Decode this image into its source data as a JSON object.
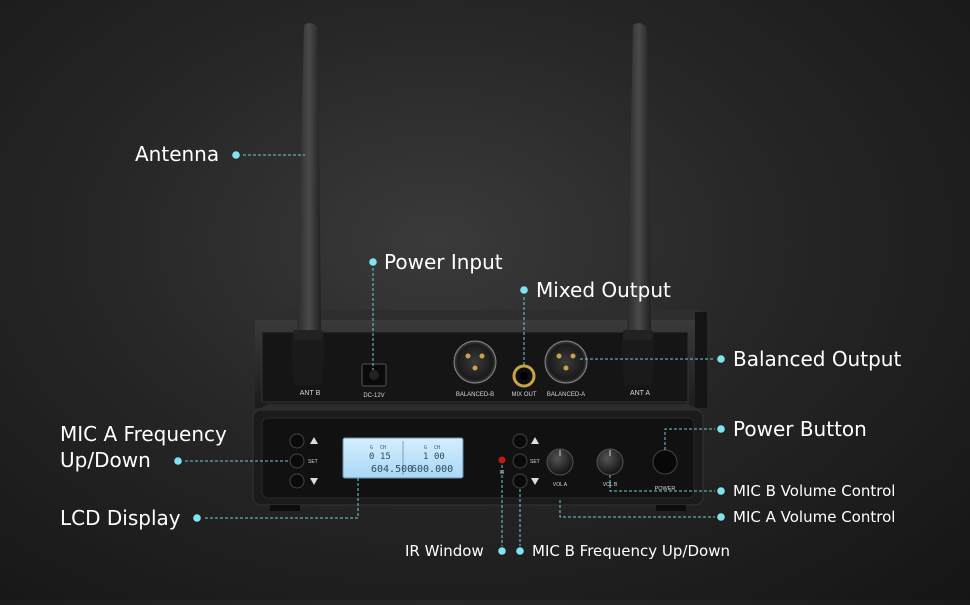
{
  "callouts": {
    "antenna": "Antenna",
    "power_input": "Power Input",
    "mixed_output": "Mixed Output",
    "balanced_output": "Balanced Output",
    "mic_a_freq_line1": "MIC A Frequency",
    "mic_a_freq_line2": "Up/Down",
    "power_button": "Power Button",
    "mic_b_volume": "MIC B Volume Control",
    "mic_a_volume": "MIC A Volume Control",
    "lcd_display": "LCD Display",
    "ir_window": "IR Window",
    "mic_b_freq": "MIC B Frequency Up/Down"
  },
  "rear_panel": {
    "ant_b": "ANT B",
    "ant_a": "ANT A",
    "dc": "DC-12V",
    "balanced_b": "BALANCED-B",
    "mix_out": "MIX OUT",
    "balanced_a": "BALANCED-A"
  },
  "front_panel": {
    "set_a": "SET",
    "set_b": "SET",
    "vol_a": "VOL A",
    "vol_b": "VOL B",
    "power": "POWER",
    "ir": "IR"
  },
  "lcd": {
    "a_group": "0",
    "a_channel": "15",
    "a_freq": "604.500",
    "b_group": "1",
    "b_channel": "00",
    "b_freq": "600.000",
    "g_label": "G",
    "ch_label": "CH"
  },
  "colors": {
    "callout_dot": "#7fe3f0",
    "background": "#262626",
    "lcd_glow": "#bfe6ff"
  }
}
